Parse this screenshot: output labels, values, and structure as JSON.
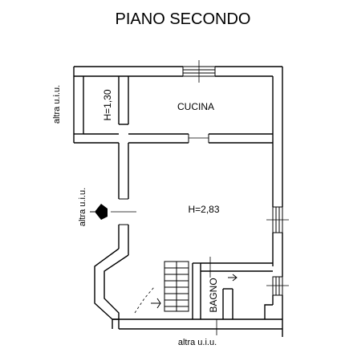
{
  "title": "PIANO SECONDO",
  "rooms": {
    "cucina": {
      "label": "CUCINA"
    },
    "bagno": {
      "label": "BAGNO"
    }
  },
  "heights": {
    "h_corridor": "H=1,30",
    "h_main": "H=2,83"
  },
  "neighbors": {
    "top_left": "altra u.i.u.",
    "middle_left": "altra u.i.u.",
    "bottom": "altra u.i.u."
  }
}
